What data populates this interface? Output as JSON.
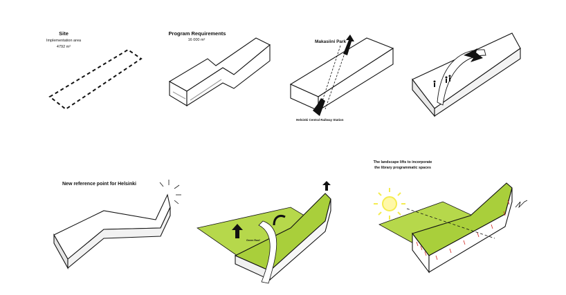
{
  "colors": {
    "outline": "#111111",
    "box_face": "#ffffff",
    "box_shade": "#e6e6e6",
    "green_light": "#a9cf3b",
    "green_dark": "#7fae1d",
    "sun": "#f4ec4f",
    "cut_marks": "#d0241e"
  },
  "panels": {
    "site": {
      "title": "Site",
      "subtitle": "Implementation area",
      "area": "4792 m²"
    },
    "program": {
      "title": "Program Requirements",
      "area": "16 000 m²"
    },
    "connection": {
      "top_label": "Makasiini Park",
      "bottom_label": "Helsinki Central Railway Station"
    },
    "reference": {
      "title": "New reference point for Helsinki"
    },
    "green": {
      "small_label": "Green Roof"
    },
    "landscape": {
      "caption_line1": "The landscape lifts to incorporate",
      "caption_line2": "the library programmatic spaces"
    }
  },
  "icons": [
    "arrow-up-icon",
    "curved-arrow-icon",
    "sun-icon",
    "sparkle-icon",
    "lightning-icon",
    "people-icon"
  ]
}
